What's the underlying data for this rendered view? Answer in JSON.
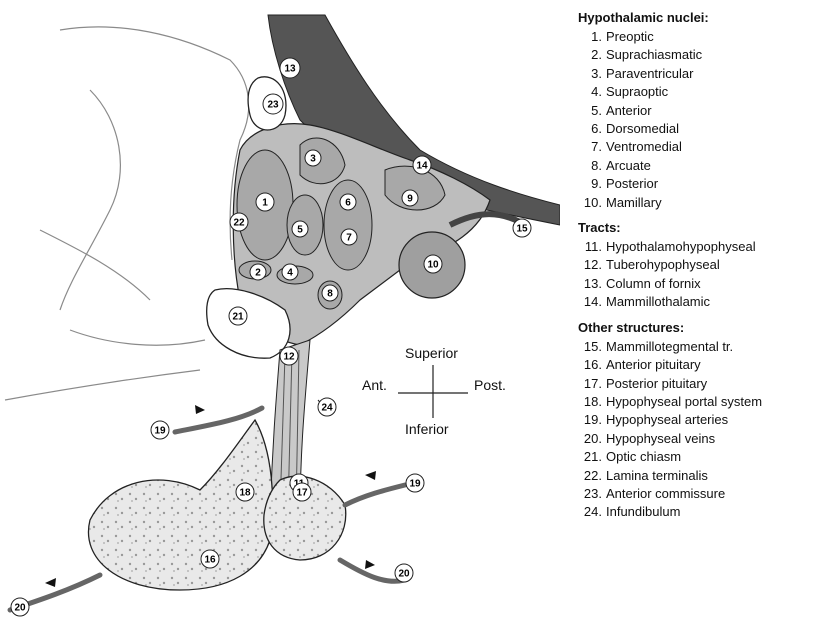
{
  "labels": [
    "1",
    "2",
    "3",
    "4",
    "5",
    "6",
    "7",
    "8",
    "9",
    "10",
    "11",
    "12",
    "13",
    "14",
    "15",
    "16",
    "17",
    "18",
    "19",
    "20",
    "21",
    "22",
    "23",
    "24"
  ],
  "orientation": {
    "superior": "Superior",
    "inferior": "Inferior",
    "anterior": "Ant.",
    "posterior": "Post."
  },
  "legend": {
    "nuclei": {
      "title": "Hypothalamic nuclei:",
      "items": [
        {
          "n": "1.",
          "t": "Preoptic"
        },
        {
          "n": "2.",
          "t": "Suprachiasmatic"
        },
        {
          "n": "3.",
          "t": "Paraventricular"
        },
        {
          "n": "4.",
          "t": "Supraoptic"
        },
        {
          "n": "5.",
          "t": "Anterior"
        },
        {
          "n": "6.",
          "t": "Dorsomedial"
        },
        {
          "n": "7.",
          "t": "Ventromedial"
        },
        {
          "n": "8.",
          "t": "Arcuate"
        },
        {
          "n": "9.",
          "t": "Posterior"
        },
        {
          "n": "10.",
          "t": "Mamillary"
        }
      ]
    },
    "tracts": {
      "title": "Tracts:",
      "items": [
        {
          "n": "11.",
          "t": "Hypothalamohypophyseal"
        },
        {
          "n": "12.",
          "t": "Tuberohypophyseal"
        },
        {
          "n": "13.",
          "t": "Column of fornix"
        },
        {
          "n": "14.",
          "t": "Mammillothalamic"
        }
      ]
    },
    "other": {
      "title": "Other structures:",
      "items": [
        {
          "n": "15.",
          "t": "Mammillotegmental tr."
        },
        {
          "n": "16.",
          "t": "Anterior pituitary"
        },
        {
          "n": "17.",
          "t": "Posterior pituitary"
        },
        {
          "n": "18.",
          "t": "Hypophyseal portal system"
        },
        {
          "n": "19.",
          "t": "Hypophyseal arteries"
        },
        {
          "n": "20.",
          "t": "Hypophyseal  veins"
        },
        {
          "n": "21.",
          "t": "Optic chiasm"
        },
        {
          "n": "22.",
          "t": "Lamina terminalis"
        },
        {
          "n": "23.",
          "t": "Anterior commissure"
        },
        {
          "n": "24.",
          "t": "Infundibulum"
        }
      ]
    }
  }
}
